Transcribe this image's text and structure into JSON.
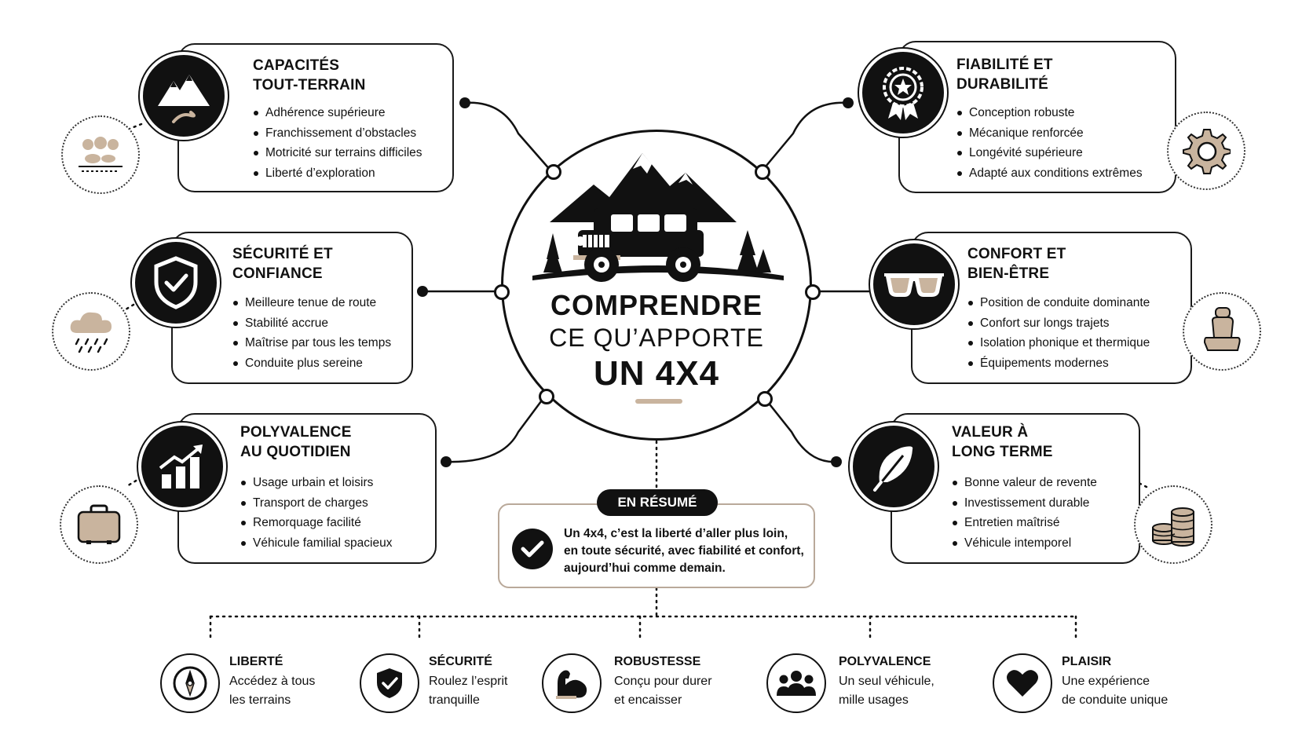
{
  "center": {
    "line1": "COMPRENDRE",
    "line2": "CE QU’APPORTE",
    "line3": "UN 4X4"
  },
  "cards": [
    {
      "id": "capacites",
      "title1": "CAPACITÉS",
      "title2": "TOUT-TERRAIN",
      "bullets": [
        "Adhérence supérieure",
        "Franchissement d’obstacles",
        "Motricité sur terrains difficiles",
        "Liberté d’exploration"
      ]
    },
    {
      "id": "securite",
      "title1": "SÉCURITÉ ET",
      "title2": "CONFIANCE",
      "bullets": [
        "Meilleure tenue de route",
        "Stabilité accrue",
        "Maîtrise par tous les temps",
        "Conduite plus sereine"
      ]
    },
    {
      "id": "polyvalence",
      "title1": "POLYVALENCE",
      "title2": "AU QUOTIDIEN",
      "bullets": [
        "Usage urbain et loisirs",
        "Transport de charges",
        "Remorquage facilité",
        "Véhicule familial spacieux"
      ]
    },
    {
      "id": "fiabilite",
      "title1": "FIABILITÉ ET",
      "title2": "DURABILITÉ",
      "bullets": [
        "Conception robuste",
        "Mécanique renforcée",
        "Longévité supérieure",
        "Adapté aux conditions extrêmes"
      ]
    },
    {
      "id": "confort",
      "title1": "CONFORT ET",
      "title2": "BIEN-ÊTRE",
      "bullets": [
        "Position de conduite dominante",
        "Confort sur longs trajets",
        "Isolation phonique et thermique",
        "Équipements modernes"
      ]
    },
    {
      "id": "valeur",
      "title1": "VALEUR À",
      "title2": "LONG TERME",
      "bullets": [
        "Bonne valeur de revente",
        "Investissement durable",
        "Entretien maîtrisé",
        "Véhicule intemporel"
      ]
    }
  ],
  "summary": {
    "label": "EN RÉSUMÉ",
    "line1": "Un 4x4, c’est la liberté d’aller plus loin,",
    "line2": "en toute sécurité, avec fiabilité et confort,",
    "line3": "aujourd’hui comme demain."
  },
  "bottom": [
    {
      "title": "LIBERTÉ",
      "line1": "Accédez à tous",
      "line2": "les terrains",
      "icon": "compass-icon"
    },
    {
      "title": "SÉCURITÉ",
      "line1": "Roulez l’esprit",
      "line2": "tranquille",
      "icon": "shield-check-icon"
    },
    {
      "title": "ROBUSTESSE",
      "line1": "Conçu pour durer",
      "line2": "et encaisser",
      "icon": "flexed-arm-icon"
    },
    {
      "title": "POLYVALENCE",
      "line1": "Un seul véhicule,",
      "line2": "mille usages",
      "icon": "people-icon"
    },
    {
      "title": "PLAISIR",
      "line1": "Une expérience",
      "line2": "de conduite unique",
      "icon": "heart-icon"
    }
  ],
  "colors": {
    "ink": "#111111",
    "accent_tan": "#b9a99a",
    "accent_beige": "#c9b49e"
  }
}
